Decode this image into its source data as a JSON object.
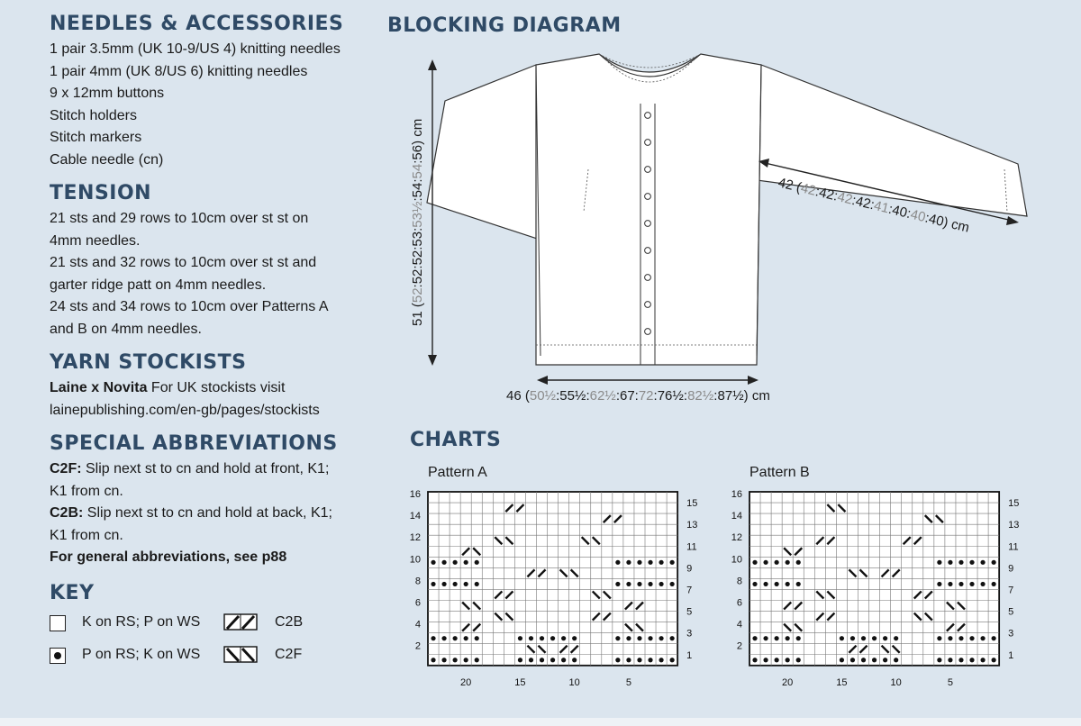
{
  "needles": {
    "title": "NEEDLES & ACCESSORIES",
    "items": [
      "1 pair 3.5mm (UK 10-9/US 4) knitting needles",
      "1 pair 4mm (UK 8/US 6) knitting needles",
      "9 x 12mm buttons",
      "Stitch holders",
      "Stitch markers",
      "Cable needle (cn)"
    ]
  },
  "tension": {
    "title": "TENSION",
    "lines": [
      "21 sts and 29 rows to 10cm over st st on",
      "4mm needles.",
      "21 sts and 32 rows to 10cm over st st and",
      "garter ridge patt on 4mm needles.",
      "24 sts and 34 rows to 10cm over Patterns A",
      "and B on 4mm needles."
    ]
  },
  "yarn": {
    "title": "YARN STOCKISTS",
    "brand": "Laine x Novita",
    "text": " For UK stockists visit",
    "url": "lainepublishing.com/en-gb/pages/stockists"
  },
  "abbrev": {
    "title": "SPECIAL ABBREVIATIONS",
    "c2f_term": "C2F:",
    "c2f_line1": " Slip next st to cn and hold at front, K1;",
    "c2f_line2": "K1 from cn.",
    "c2b_term": "C2B:",
    "c2b_line1": " Slip next st to cn and hold at back, K1;",
    "c2b_line2": "K1 from cn.",
    "general": "For general abbreviations, see p88"
  },
  "key": {
    "title": "KEY",
    "k_label": "K on RS; P on WS",
    "p_label": "P on RS; K on WS",
    "c2b_label": "C2B",
    "c2f_label": "C2F"
  },
  "blocking": {
    "title": "BLOCKING DIAGRAM",
    "length_prefix": "51 (",
    "length_suffix": ") cm",
    "length_values": [
      "52",
      "52",
      "52",
      "53",
      "53½",
      "54",
      "54",
      "56"
    ],
    "sleeve_prefix": "42 (",
    "sleeve_suffix": ") cm",
    "sleeve_values": [
      "42",
      "42",
      "42",
      "42",
      "41",
      "40",
      "40",
      "40"
    ],
    "width_prefix": "46 (",
    "width_suffix": ") cm",
    "width_values": [
      "50½",
      "55½",
      "62½",
      "67",
      "72",
      "76½",
      "82½",
      "87½"
    ],
    "colors": {
      "dark": "#1a1a1a",
      "grey": "#8a8a8a"
    }
  },
  "charts": {
    "title": "CHARTS",
    "pattern_a": "Pattern A",
    "pattern_b": "Pattern B",
    "left_rows": [
      "16",
      "14",
      "12",
      "10",
      "8",
      "6",
      "4",
      "2"
    ],
    "right_rows": [
      "15",
      "13",
      "11",
      "9",
      "7",
      "5",
      "3",
      "1"
    ],
    "cols": [
      "20",
      "15",
      "10",
      "5"
    ]
  }
}
